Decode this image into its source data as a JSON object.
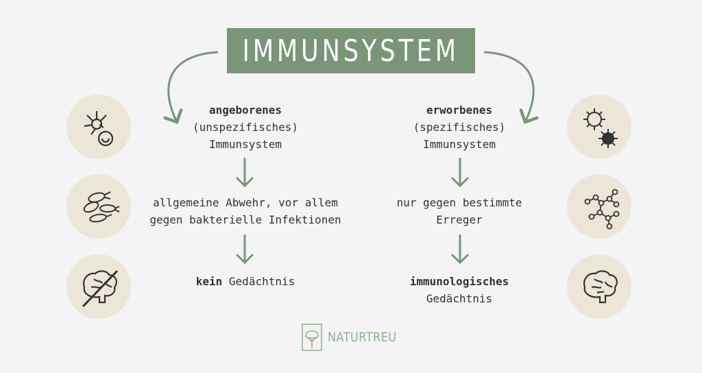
{
  "title": "IMMUNSYSTEM",
  "colors": {
    "accent": "#7a957a",
    "circle": "#ece6d8",
    "background": "#f4f4f4"
  },
  "left": {
    "heading_bold": "angeborenes",
    "heading_line2": "(unspezifisches)",
    "heading_line3": "Immunsystem",
    "step2_line1": "allgemeine Abwehr, vor allem",
    "step2_line2": "gegen bakterielle Infektionen",
    "step3_bold": "kein",
    "step3_rest": " Gedächtnis",
    "icons": [
      "immune-cells-icon",
      "bacteria-icon",
      "crossed-brain-icon"
    ]
  },
  "right": {
    "heading_bold": "erworbenes",
    "heading_line2": "(spezifisches)",
    "heading_line3": "Immunsystem",
    "step2_line1": "nur gegen bestimmte",
    "step2_line2": "Erreger",
    "step3_bold": "immunologisches",
    "step3_line2": "Gedächtnis",
    "icons": [
      "virus-icon",
      "molecule-network-icon",
      "brain-icon"
    ]
  },
  "logo": {
    "text": "NATURTREU"
  }
}
